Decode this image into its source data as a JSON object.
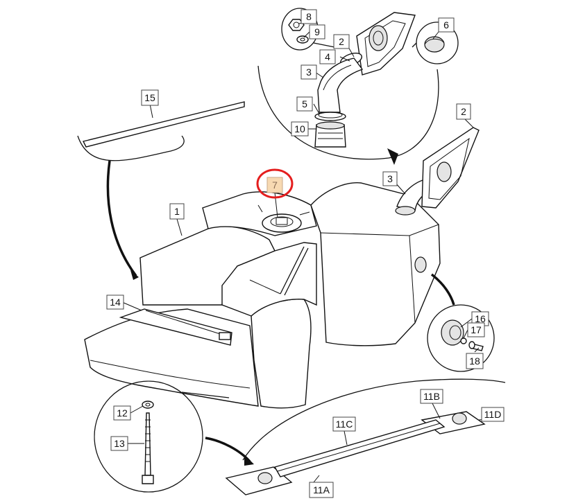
{
  "diagram": {
    "highlight_color": "#e41e1e",
    "highlighted_part": "7",
    "callouts": [
      {
        "id": "c1",
        "label": "1"
      },
      {
        "id": "c2a",
        "label": "2"
      },
      {
        "id": "c2b",
        "label": "2"
      },
      {
        "id": "c3a",
        "label": "3"
      },
      {
        "id": "c3b",
        "label": "3"
      },
      {
        "id": "c4",
        "label": "4"
      },
      {
        "id": "c5",
        "label": "5"
      },
      {
        "id": "c6",
        "label": "6"
      },
      {
        "id": "c7",
        "label": "7"
      },
      {
        "id": "c8",
        "label": "8"
      },
      {
        "id": "c9",
        "label": "9"
      },
      {
        "id": "c10",
        "label": "10"
      },
      {
        "id": "c11a",
        "label": "11A"
      },
      {
        "id": "c11b",
        "label": "11B"
      },
      {
        "id": "c11c",
        "label": "11C"
      },
      {
        "id": "c11d",
        "label": "11D"
      },
      {
        "id": "c12",
        "label": "12"
      },
      {
        "id": "c13",
        "label": "13"
      },
      {
        "id": "c14",
        "label": "14"
      },
      {
        "id": "c15",
        "label": "15"
      },
      {
        "id": "c16",
        "label": "16"
      },
      {
        "id": "c17",
        "label": "17"
      },
      {
        "id": "c18",
        "label": "18"
      }
    ]
  }
}
